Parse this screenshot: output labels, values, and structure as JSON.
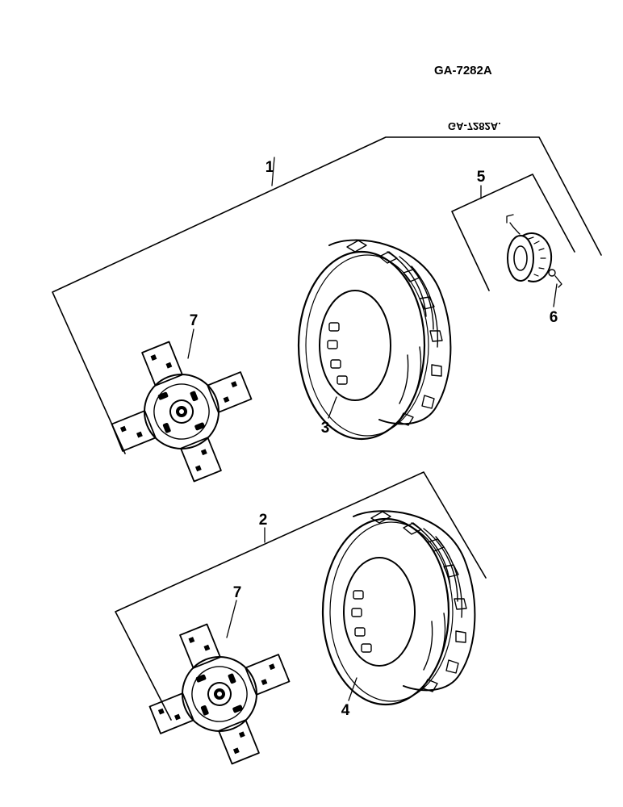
{
  "header": {
    "drawing_number": "GA-7282A",
    "mirrored_stamp": "GA-7282A."
  },
  "callouts": {
    "c1": "1",
    "c2": "2",
    "c3": "3",
    "c4": "4",
    "c5": "5",
    "c6": "6",
    "c7a": "7",
    "c7b": "7"
  }
}
